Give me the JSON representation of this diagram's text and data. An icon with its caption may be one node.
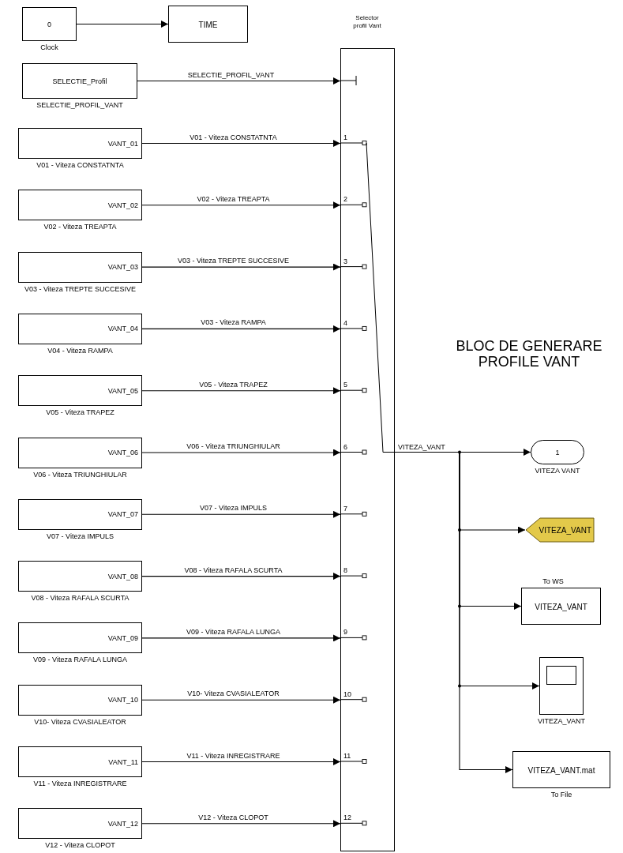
{
  "diagram": {
    "title": "BLOC DE GENERARE PROFILE VANT",
    "nodes": [
      {
        "text": [
          "0"
        ],
        "beside": [
          "Clock"
        ]
      },
      {
        "text": [
          "TIME"
        ]
      },
      {
        "text": [
          "SELECTIE_Profil"
        ],
        "beside": [
          "SELECTIE_PROFIL_VANT"
        ]
      },
      {
        "text": [
          "VANT_01"
        ],
        "beside": [
          "V01 - Viteza CONSTATNTA"
        ]
      },
      {
        "text": [
          "VANT_02"
        ],
        "beside": [
          "V02 - Viteza TREAPTA"
        ]
      },
      {
        "text": [
          "VANT_03"
        ],
        "beside": [
          "V03 - Viteza TREPTE SUCCESIVE"
        ]
      },
      {
        "text": [
          "VANT_04"
        ],
        "beside": [
          "V04 - Viteza RAMPA"
        ]
      },
      {
        "text": [
          "VANT_05"
        ],
        "beside": [
          "V05 - Viteza TRAPEZ"
        ]
      },
      {
        "text": [
          "VANT_06"
        ],
        "beside": [
          "V06 - Viteza TRIUNGHIULAR"
        ]
      },
      {
        "text": [
          "VANT_07"
        ],
        "beside": [
          "V07 - Viteza IMPULS"
        ]
      },
      {
        "text": [
          "VANT_08"
        ],
        "beside": [
          "V08 - Viteza RAFALA SCURTA"
        ]
      },
      {
        "text": [
          "VANT_09"
        ],
        "beside": [
          "V09 - Viteza RAFALA LUNGA"
        ]
      },
      {
        "text": [
          "VANT_10"
        ],
        "beside": [
          "V10- Viteza CVASIALEATOR"
        ]
      },
      {
        "text": [
          "VANT_11"
        ],
        "beside": [
          "V11 - Viteza INREGISTRARE"
        ]
      },
      {
        "text": [
          "VANT_12"
        ],
        "beside": [
          "V12 - Viteza CLOPOT"
        ]
      },
      {
        "text": [
          "Selector profil Vant"
        ]
      },
      {
        "text": [
          "1"
        ],
        "beside": [
          "VITEZA VANT"
        ]
      },
      {
        "text": [
          "VITEZA_VANT"
        ]
      },
      {
        "text": [
          "VITEZA_VANT"
        ],
        "beside": [
          "To WS"
        ]
      },
      {
        "text": [],
        "shape": "box",
        "beside": [
          "VITEZA_VANT"
        ]
      },
      {
        "text": [
          "VITEZA_VANT.mat"
        ],
        "beside": [
          "To File"
        ]
      }
    ],
    "edges": [
      {
        "from": 0,
        "to": 1,
        "arrow": "to"
      },
      {
        "from": 2,
        "to": 15,
        "arrow": "to",
        "label": "SELECTIE_PROFIL_VANT"
      },
      {
        "from": 3,
        "to": 15,
        "arrow": "to",
        "label": "V01 - Viteza CONSTATNTA"
      },
      {
        "from": 4,
        "to": 15,
        "arrow": "to",
        "label": "V02 - Viteza TREAPTA"
      },
      {
        "from": 5,
        "to": 15,
        "arrow": "to",
        "label": "V03 - Viteza TREPTE SUCCESIVE"
      },
      {
        "from": 6,
        "to": 15,
        "arrow": "to",
        "label": "V03 - Viteza RAMPA"
      },
      {
        "from": 7,
        "to": 15,
        "arrow": "to",
        "label": "V05 - Viteza TRAPEZ"
      },
      {
        "from": 8,
        "to": 15,
        "arrow": "to",
        "label": "V06 - Viteza TRIUNGHIULAR"
      },
      {
        "from": 9,
        "to": 15,
        "arrow": "to",
        "label": "V07 - Viteza IMPULS"
      },
      {
        "from": 10,
        "to": 15,
        "arrow": "to",
        "label": "V08 - Viteza RAFALA SCURTA"
      },
      {
        "from": 11,
        "to": 15,
        "arrow": "to",
        "label": "V09 - Viteza RAFALA LUNGA"
      },
      {
        "from": 12,
        "to": 15,
        "arrow": "to",
        "label": "V10- Viteza CVASIALEATOR"
      },
      {
        "from": 13,
        "to": 15,
        "arrow": "to",
        "label": "V11 - Viteza INREGISTRARE"
      },
      {
        "from": 14,
        "to": 15,
        "arrow": "to",
        "label": "V12 - Viteza CLOPOT"
      },
      {
        "from": 15,
        "to": 16,
        "arrow": "to",
        "label": "VITEZA_VANT"
      },
      {
        "from": 15,
        "to": 17,
        "arrow": "to"
      },
      {
        "from": 15,
        "to": 18,
        "arrow": "to"
      },
      {
        "from": 15,
        "to": 19,
        "arrow": "to"
      },
      {
        "from": 15,
        "to": 20,
        "arrow": "to"
      }
    ],
    "labels": [
      "1",
      "2",
      "3",
      "4",
      "5",
      "6",
      "7",
      "8",
      "9",
      "10",
      "11",
      "12"
    ]
  }
}
